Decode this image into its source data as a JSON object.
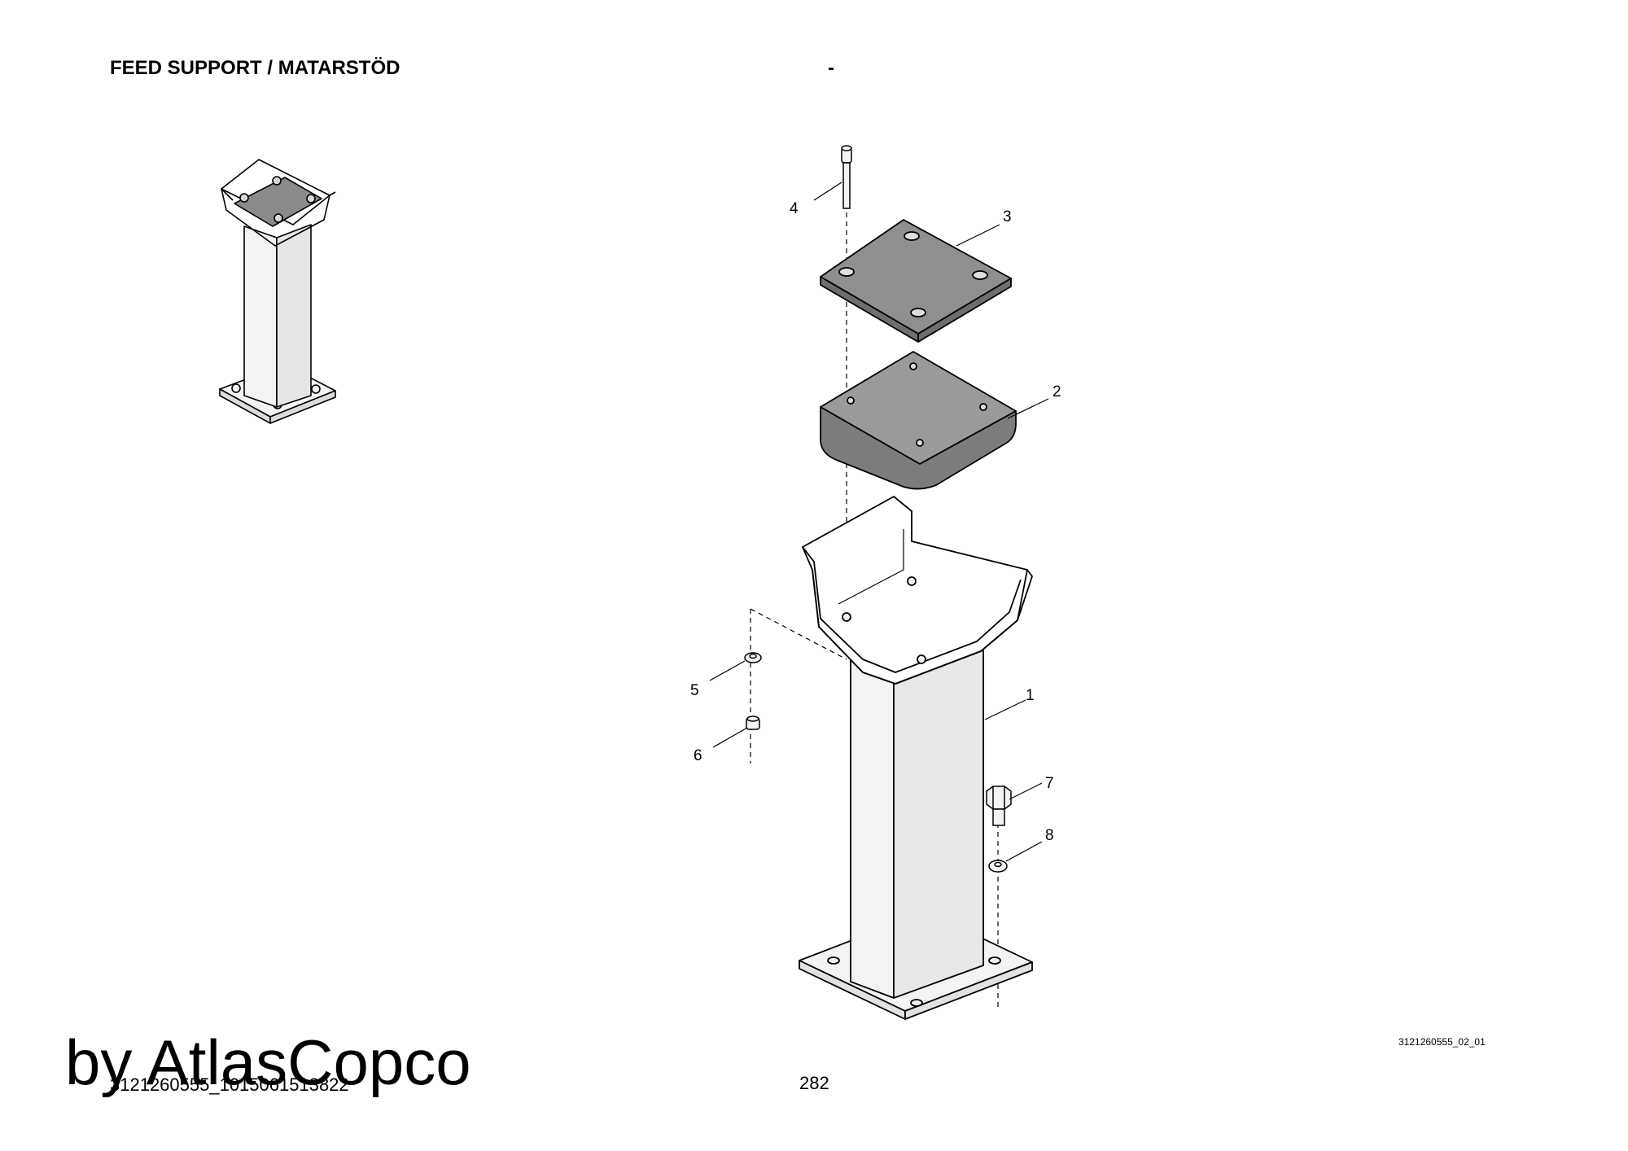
{
  "header": {
    "title": "FEED SUPPORT / MATARSTÖD",
    "dash": "-"
  },
  "footer": {
    "watermark": "by AtlasCopco",
    "doc_ref": "3121260555_1015061513822",
    "page_number": "282",
    "drawing_ref": "3121260555_02_01"
  },
  "callouts": [
    "1",
    "2",
    "3",
    "4",
    "5",
    "6",
    "7",
    "8"
  ],
  "colors": {
    "part_dark": "#8a8a8a",
    "part_light": "#f3f3f3",
    "line": "#000000"
  }
}
